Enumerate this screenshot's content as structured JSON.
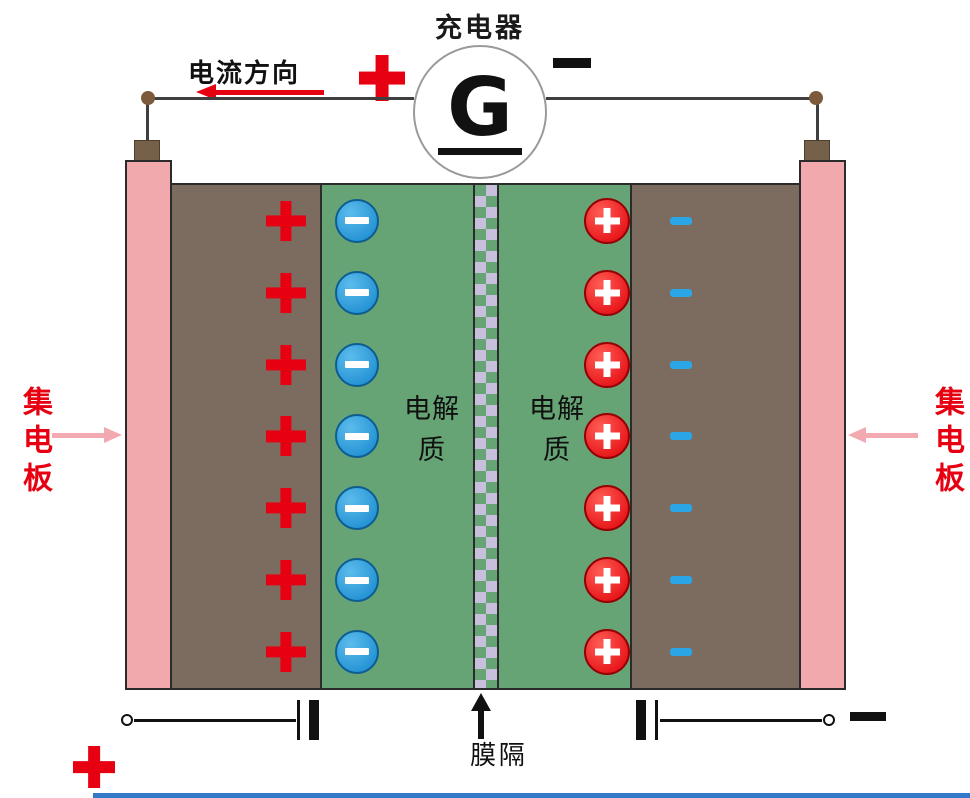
{
  "charger": {
    "title": "充电器",
    "generator_label": "G",
    "plus_symbol": "+",
    "minus_symbol": "−"
  },
  "current_direction": {
    "label": "电流方向"
  },
  "collectors": {
    "left_label": "集电板",
    "right_label": "集电板"
  },
  "electrolyte": {
    "left_label": "电解质",
    "right_label": "电解质"
  },
  "separator": {
    "label": "隔膜"
  },
  "bottom_terminals": {
    "positive_symbol": "+",
    "negative_symbol": "−"
  },
  "charges": {
    "positive_electrode_plus_count": 7,
    "anion_count": 7,
    "anion_symbol": "−",
    "cation_count": 7,
    "cation_symbol": "+",
    "negative_electrode_dash_count": 7
  },
  "colors": {
    "collector_pink": "#f2a9ae",
    "electrode_brown": "#7c6c60",
    "electrolyte_green": "#67a475",
    "separator_lavender": "#c7bfdb",
    "anion_blue": "#1486cc",
    "cation_red": "#e00009",
    "accent_red": "#e60012",
    "dash_blue": "#2aa5e5",
    "wire_dark": "#3f3f3f",
    "bottom_strip_blue": "#3279ca"
  }
}
